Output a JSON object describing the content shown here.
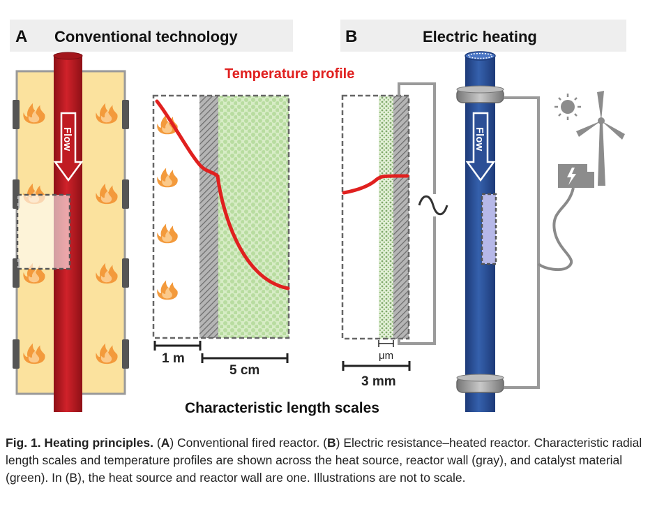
{
  "panel_a": {
    "letter": "A",
    "title": "Conventional technology"
  },
  "panel_b": {
    "letter": "B",
    "title": "Electric heating"
  },
  "temperature_profile_label": "Temperature profile",
  "flow_label": "Flow",
  "scales": {
    "a_scale_1": "1 m",
    "a_scale_2": "5 cm",
    "b_scale_small": "μm",
    "b_scale_main": "3 mm"
  },
  "bottom_label": "Characteristic length scales",
  "caption": {
    "fig_label": "Fig. 1. Heating principles.",
    "p1": " (",
    "a": "A",
    "p2": ") Conventional fired reactor. (",
    "b": "B",
    "p3": ") Electric resistance–heated reactor. Characteristic radial length scales and temperature profiles are shown across the heat source, reactor wall (gray), and catalyst material (green). In (B), the heat source and reactor wall are one. Illustrations are not to scale."
  },
  "colors": {
    "header_bg": "#eeeeee",
    "furnace": "#fbe29e",
    "tube_red": "#c01b22",
    "tube_blue": "#2c4f96",
    "profile_red": "#e0201f",
    "catalyst_green": "#c9e3b4",
    "wall_gray": "#8a8a8a",
    "flame_orange": "#f39a3c"
  },
  "icons": [
    "flame-icon",
    "sun-icon",
    "wind-turbine-icon",
    "power-plant-icon",
    "ac-wave-icon",
    "flow-arrow-icon"
  ]
}
